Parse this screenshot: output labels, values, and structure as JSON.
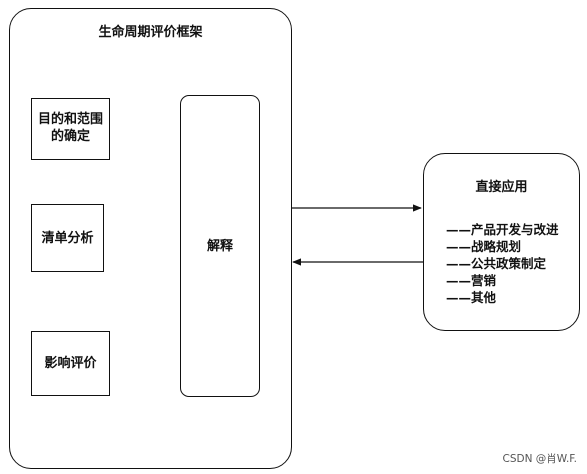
{
  "framework": {
    "title": "生命周期评价框架",
    "goal_scope_line1": "目的和范围",
    "goal_scope_line2": "的确定",
    "inventory": "清单分析",
    "impact": "影响评价",
    "interpretation": "解释"
  },
  "applications": {
    "title": "直接应用",
    "items": [
      "——产品开发与改进",
      "——战略规划",
      "——公共政策制定",
      "——营销",
      "——其他"
    ]
  },
  "watermark": "CSDN @肖W.F."
}
